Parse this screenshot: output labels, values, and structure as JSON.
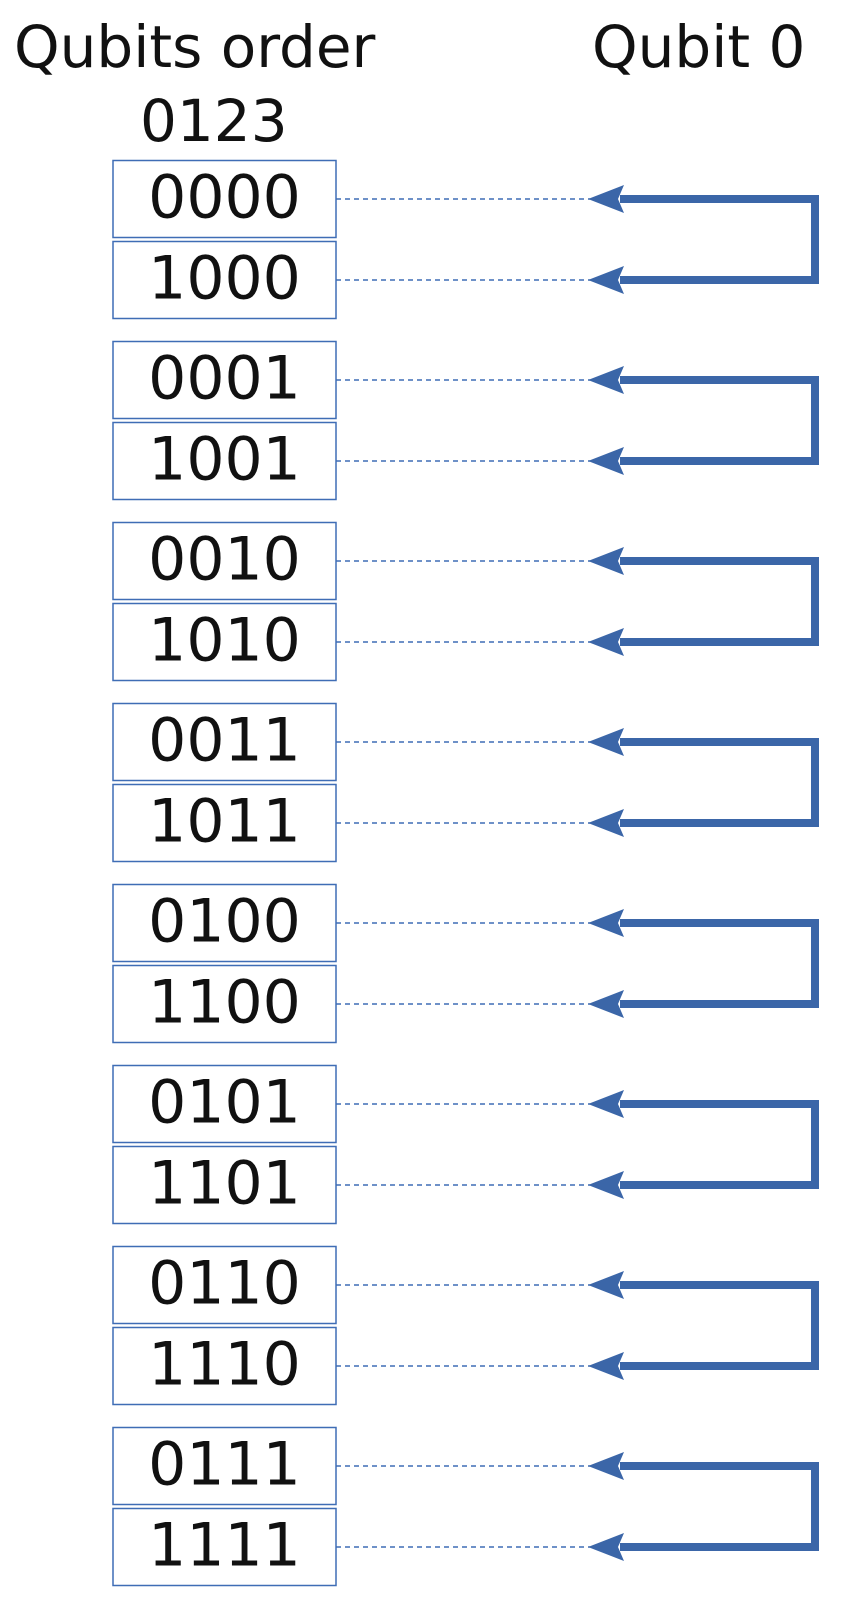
{
  "header": {
    "left_title": "Qubits order",
    "left_subtitle": "0123",
    "right_title": "Qubit 0"
  },
  "states": [
    "0000",
    "1000",
    "0001",
    "1001",
    "0010",
    "1010",
    "0011",
    "1011",
    "0100",
    "1100",
    "0101",
    "1101",
    "0110",
    "1110",
    "0111",
    "1111"
  ],
  "colors": {
    "box_border": "#3f6db5",
    "dash_line": "#3f6db5",
    "arrow": "#3b66a8",
    "text": "#111111"
  }
}
